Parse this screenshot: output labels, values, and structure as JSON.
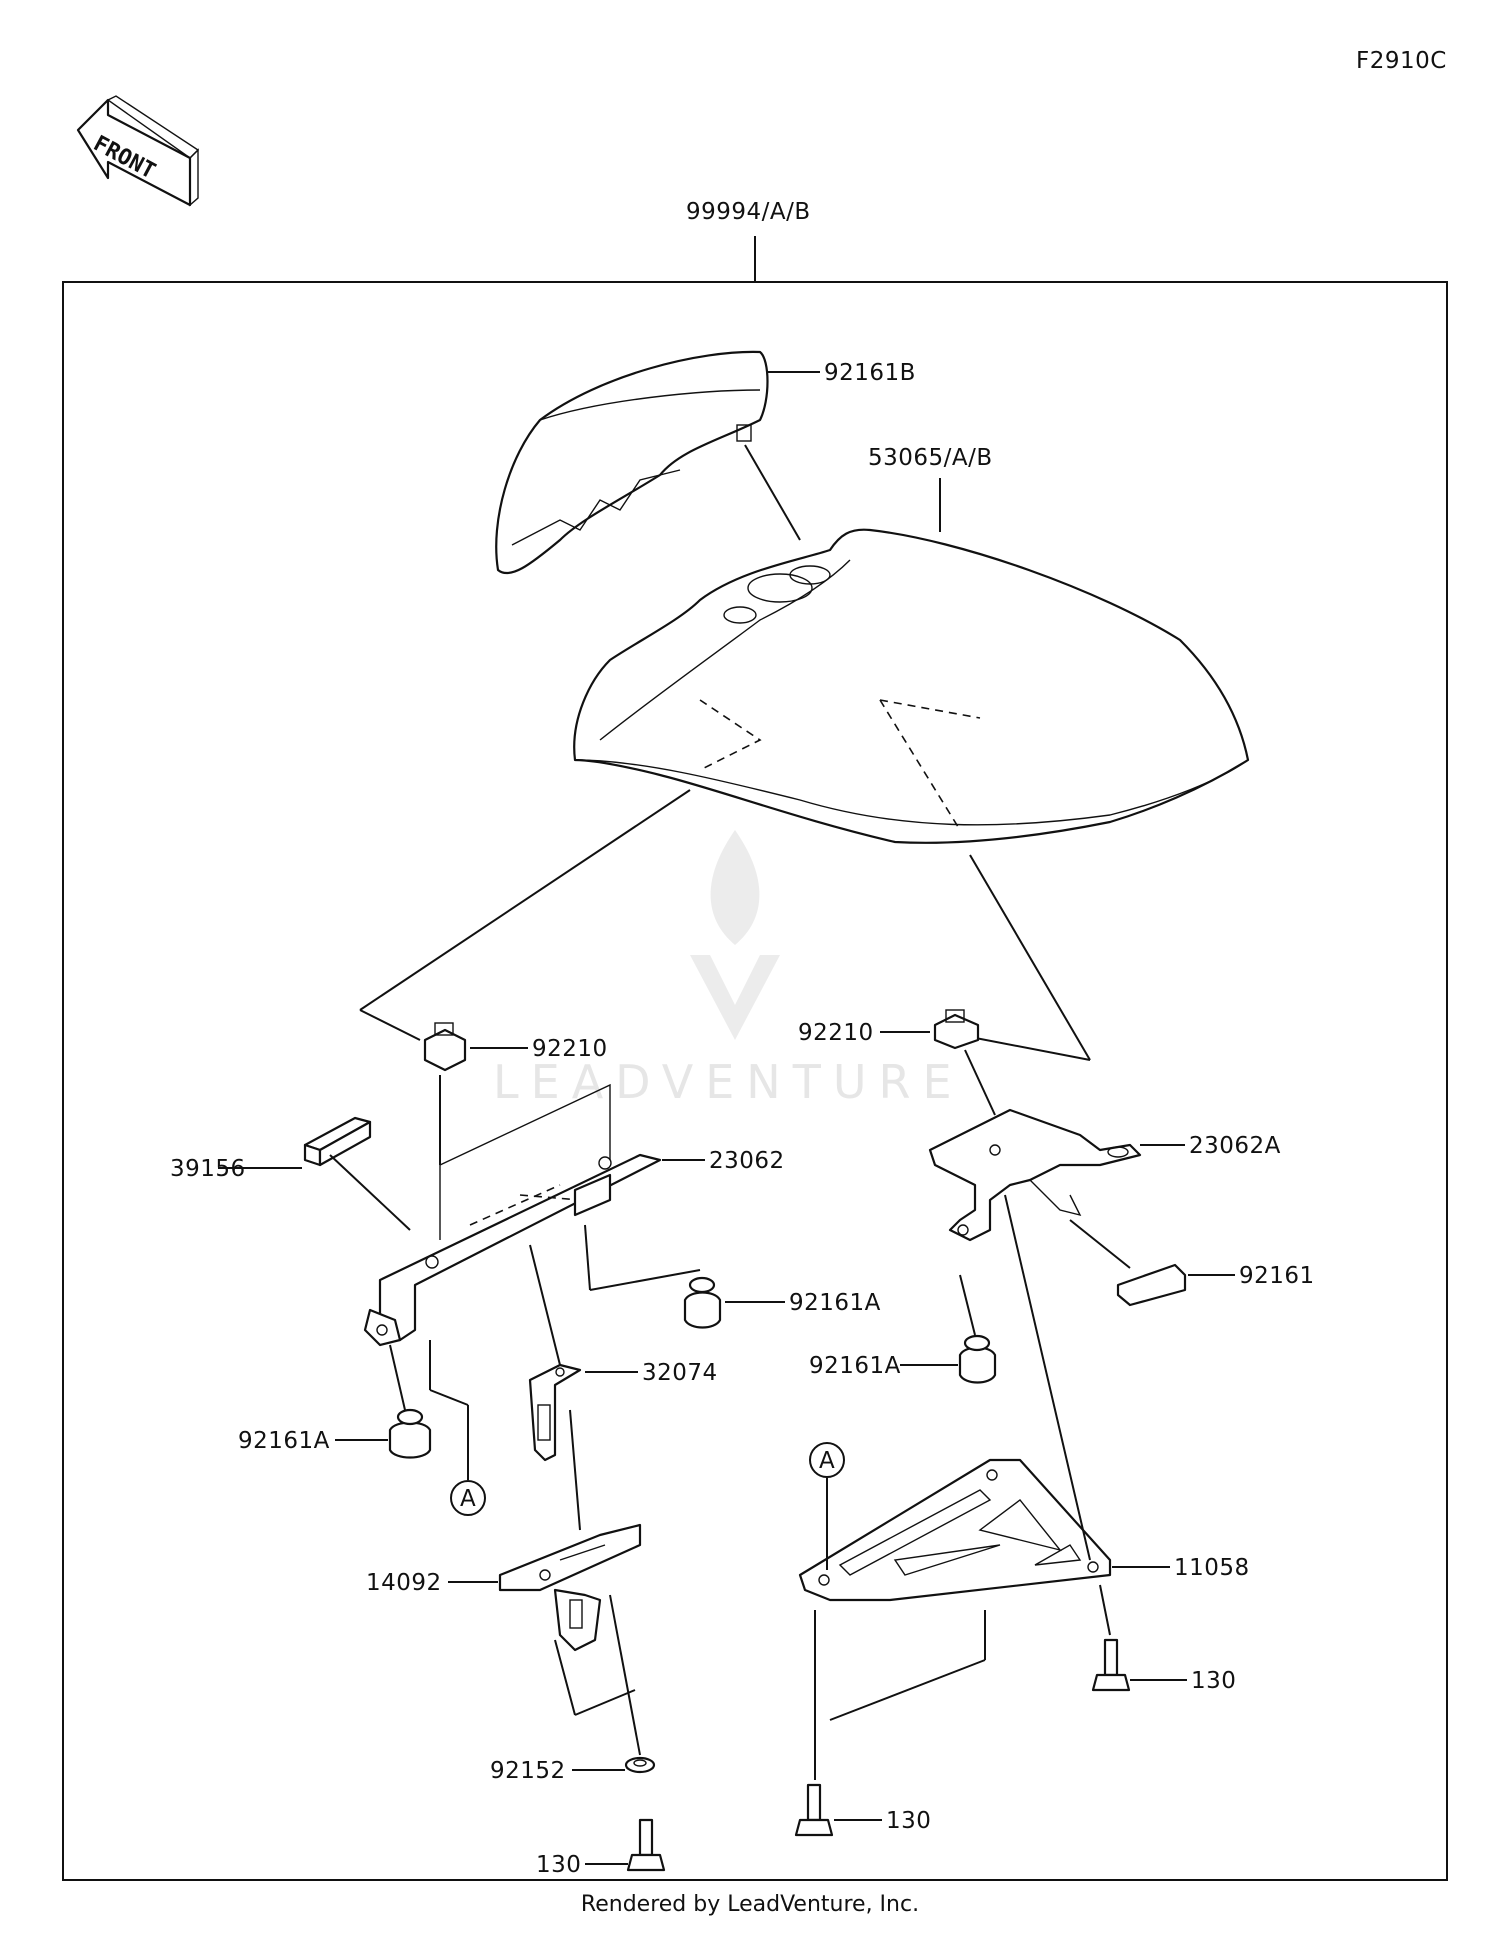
{
  "diagram_code": "F2910C",
  "front_arrow_label": "FRONT",
  "assembly_label": "99994/A/B",
  "parts": {
    "p92161B": "92161B",
    "p53065": "53065/A/B",
    "p92210_left": "92210",
    "p92210_right": "92210",
    "p39156": "39156",
    "p23062": "23062",
    "p23062A": "23062A",
    "p92161A_center": "92161A",
    "p92161A_right": "92161A",
    "p92161A_left": "92161A",
    "p92161": "92161",
    "p32074": "32074",
    "p11058": "11058",
    "p14092": "14092",
    "p130_right": "130",
    "p130_center": "130",
    "p130_left": "130",
    "p92152": "92152"
  },
  "ref_marker_left": "A",
  "ref_marker_right": "A",
  "watermark": "LEADVENTURE",
  "footer": "Rendered by LeadVenture, Inc."
}
